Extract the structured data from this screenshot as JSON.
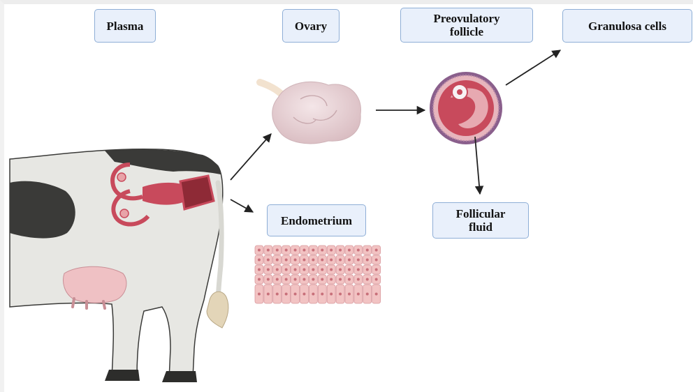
{
  "diagram": {
    "labels": {
      "plasma": "Plasma",
      "ovary": "Ovary",
      "preovulatory_follicle": "Preovulatory\nfollicle",
      "granulosa_cells": "Granulosa cells",
      "endometrium": "Endometrium",
      "follicular_fluid": "Follicular\nfluid"
    },
    "colors": {
      "box_border": "#8eaed6",
      "box_fill": "#e9f0fb",
      "arrow": "#222222",
      "cow_body": "#e7e7e3",
      "cow_spots": "#3a3a38",
      "uterus": "#c84a5c",
      "ovary": "#e8d3d6",
      "follicle_ring": "#8a5f8c",
      "follicle_fill": "#c84a5c",
      "cells": "#f2c3c3"
    }
  }
}
